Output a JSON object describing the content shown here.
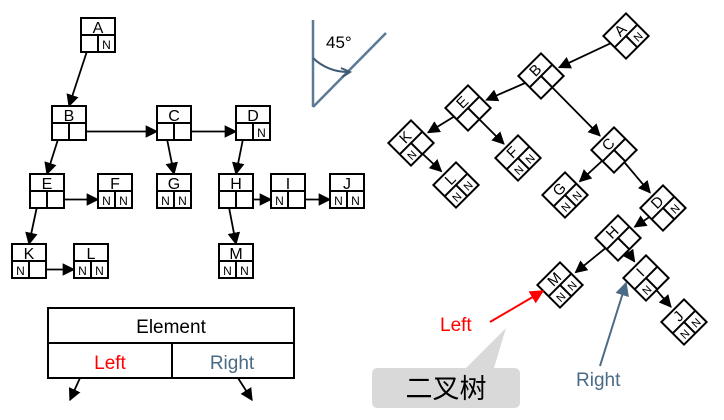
{
  "colors": {
    "stroke": "#000000",
    "left_accent": "#ff0000",
    "right_accent": "#4a6a85",
    "angle_line": "#5b7a95",
    "callout_fill": "#d9d9d9"
  },
  "nodes": {
    "A": {
      "label": "A",
      "right": "N"
    },
    "B": {
      "label": "B"
    },
    "C": {
      "label": "C"
    },
    "D": {
      "label": "D",
      "right": "N"
    },
    "E": {
      "label": "E"
    },
    "F": {
      "label": "F",
      "left": "N",
      "right": "N"
    },
    "G": {
      "label": "G",
      "left": "N",
      "right": "N"
    },
    "H": {
      "label": "H"
    },
    "I": {
      "label": "I",
      "left": "N"
    },
    "J": {
      "label": "J",
      "left": "N",
      "right": "N"
    },
    "K": {
      "label": "K",
      "left": "N"
    },
    "L": {
      "label": "L",
      "left": "N",
      "right": "N"
    },
    "M": {
      "label": "M",
      "left": "N",
      "right": "N"
    }
  },
  "legend": {
    "element": "Element",
    "left": "Left",
    "right": "Right"
  },
  "angle_label": "45°",
  "rotated_left_label": "Left",
  "rotated_right_label": "Right",
  "callout_text": "二叉树"
}
